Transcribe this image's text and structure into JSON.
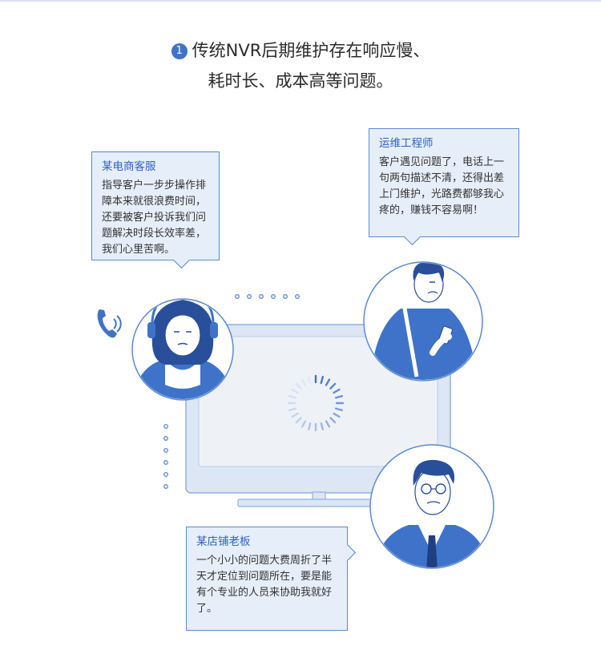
{
  "heading": {
    "number": "1",
    "line1": "传统NVR后期维护存在响应慢、",
    "line2": "耗时长、成本高等问题。"
  },
  "bubbles": {
    "customer_service": {
      "name": "某电商客服",
      "text": "指导客户一步步操作排障本来就很浪费时间，还要被客户投诉我们问题解决时段长效率差，我们心里苦啊。"
    },
    "engineer": {
      "name": "运维工程师",
      "text": "客户遇见问题了，电话上一句两句描述不清，还得出差上门维护，光路费都够我心疼的，赚钱不容易啊！"
    },
    "shop_owner": {
      "name": "某店铺老板",
      "text": "一个小小的问题大费周折了半天才定位到问题所在，要是能有个专业的人员来协助我就好了。"
    }
  },
  "colors": {
    "accent": "#3f73c9",
    "bubble_bg": "#e6eefa",
    "border": "#5b8ad4",
    "monitor": "#dce6f5"
  },
  "icons": [
    "phone-icon",
    "loading-spinner-icon"
  ]
}
